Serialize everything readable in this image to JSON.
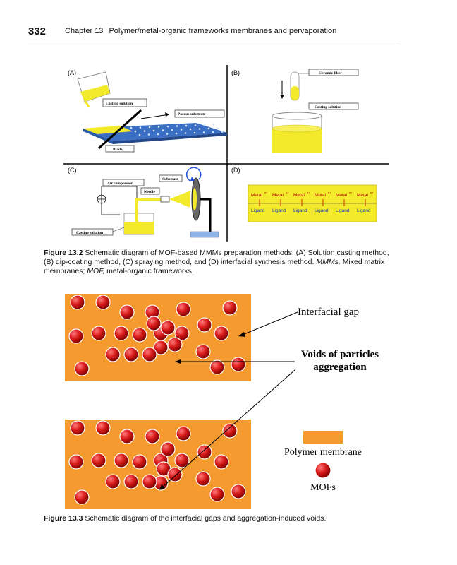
{
  "header": {
    "page_number": "332",
    "chapter": "Chapter 13",
    "title": "Polymer/metal-organic frameworks membranes and pervaporation"
  },
  "figure1": {
    "panels": {
      "a": "(A)",
      "b": "(B)",
      "c": "(C)",
      "d": "(D)"
    },
    "labels": {
      "casting_solution_a": "Casting solution",
      "porous_substrate": "Porous substrate",
      "blade": "Blade",
      "ceramic_fiber": "Ceramic fiber",
      "casting_solution_b": "Casting solution",
      "air_compressor": "Air compressor",
      "substrate": "Substrate",
      "needle": "Needle",
      "casting_solution_c": "Casting solution"
    },
    "metal_labels": [
      "Metal",
      "Metal",
      "Metal",
      "Metal",
      "Metal",
      "Metal"
    ],
    "metal_charge": "n+",
    "ligand_labels": [
      "Ligand",
      "Ligand",
      "Ligand",
      "Ligand",
      "Ligand",
      "Ligand"
    ]
  },
  "caption1": {
    "label": "Figure 13.2",
    "text": "Schematic diagram of MOF-based MMMs preparation methods. (A) Solution casting method, (B) dip-coating method, (C) spraying method, and (D) interfacial synthesis method.",
    "abbr1": "MMMs,",
    "abbr1_def": "Mixed matrix membranes;",
    "abbr2": "MOF,",
    "abbr2_def": "metal-organic frameworks."
  },
  "figure2": {
    "interfacial_gap": "Interfacial gap",
    "voids_line1": "Voids of particles",
    "voids_line2": "aggregation",
    "legend_polymer": "Polymer membrane",
    "legend_mofs": "MOFs",
    "colors": {
      "membrane": "#f49a2e",
      "particle": "#d81b1b"
    }
  },
  "caption2": {
    "label": "Figure 13.3",
    "text": "Schematic diagram of the interfacial gaps and aggregation-induced voids."
  }
}
